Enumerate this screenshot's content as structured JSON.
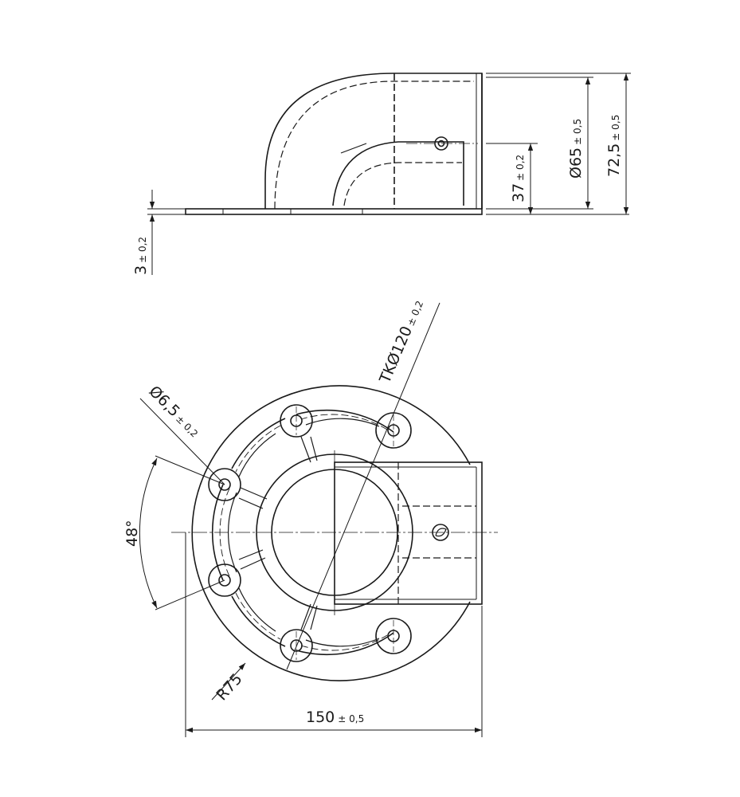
{
  "drawing": {
    "line_color": "#1a1a1a",
    "background": "#ffffff",
    "dimensions": {
      "thickness": {
        "value": "3",
        "tolerance": "± 0,2"
      },
      "center_height": {
        "value": "37",
        "tolerance": "± 0,2"
      },
      "tube_diameter": {
        "value": "Ø65",
        "tolerance": "± 0,5"
      },
      "total_height": {
        "value": "72,5",
        "tolerance": "± 0,5"
      },
      "bolt_circle": {
        "value": "TKØ120",
        "tolerance": "± 0,2"
      },
      "hole_diameter": {
        "value": "Ø6,5",
        "tolerance": "± 0,2"
      },
      "angle": {
        "value": "48°"
      },
      "radius": {
        "value": "R75"
      },
      "width": {
        "value": "150",
        "tolerance": "± 0,5"
      }
    }
  }
}
